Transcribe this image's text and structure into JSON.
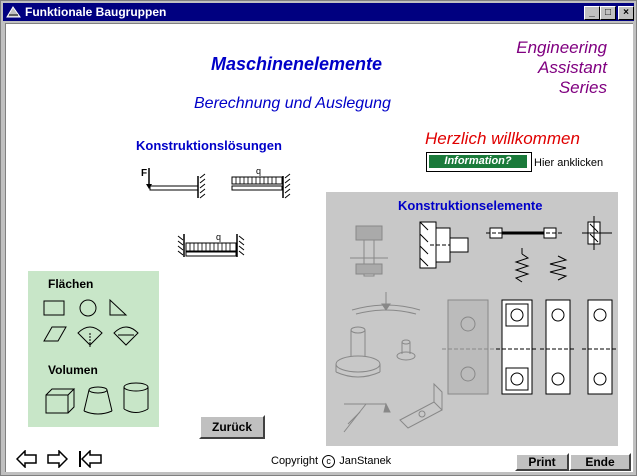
{
  "window": {
    "title": "Funktionale Baugruppen",
    "controls": {
      "minimize": "_",
      "maximize": "□",
      "close": "×"
    }
  },
  "header": {
    "main_title": "Maschinenelemente",
    "subtitle": "Berechnung und Auslegung",
    "series": [
      "Engineering",
      "Assistant",
      "Series"
    ]
  },
  "konstruktion": {
    "title": "Konstruktionslösungen"
  },
  "welcome": {
    "text": "Herzlich willkommen",
    "info_button": "Information?",
    "info_hint": "Hier anklicken"
  },
  "flaechen_panel": {
    "flaechen_label": "Flächen",
    "volumen_label": "Volumen"
  },
  "konstruktionselemente_panel": {
    "title": "Konstruktionselemente"
  },
  "buttons": {
    "back": "Zurück",
    "print": "Print",
    "end": "Ende"
  },
  "footer": {
    "copyright_prefix": "Copyright",
    "copyright_symbol": "c",
    "author": "JanStanek"
  },
  "nav": {
    "icons": [
      "arrow-left-icon",
      "arrow-right-icon",
      "go-first-icon"
    ]
  },
  "colors": {
    "title_blue": "#0000c8",
    "series_purple": "#800080",
    "welcome_red": "#e00000",
    "panel_green": "#c8e6c8",
    "panel_gray": "#c8c8c8",
    "info_green": "#1a7a3a"
  }
}
